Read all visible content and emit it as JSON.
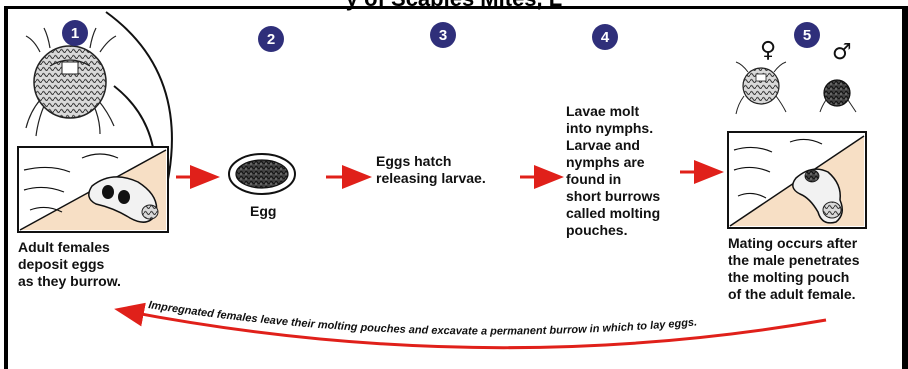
{
  "clipped_title": "y of Scabies Mites, L",
  "steps": [
    {
      "number": "1",
      "caption": "Adult females\ndeposit eggs\nas they burrow."
    },
    {
      "number": "2",
      "caption": "Egg"
    },
    {
      "number": "3",
      "caption": "Eggs hatch\nreleasing larvae."
    },
    {
      "number": "4",
      "caption": "Lavae molt\ninto nymphs.\nLarvae and\nnymphs are\nfound in\nshort burrows\ncalled molting\npouches."
    },
    {
      "number": "5",
      "caption": "Mating occurs after\nthe male penetrates\nthe molting pouch\nof the adult female."
    }
  ],
  "symbols": {
    "female": "♀",
    "male": "♂"
  },
  "return_arrow_text": "Impregnated females leave their molting pouches and excavate a permanent burrow in which to lay eggs.",
  "colors": {
    "step_circle": "#2f2f7a",
    "arrow": "#e0201a",
    "skin": "#f7dfc5"
  }
}
